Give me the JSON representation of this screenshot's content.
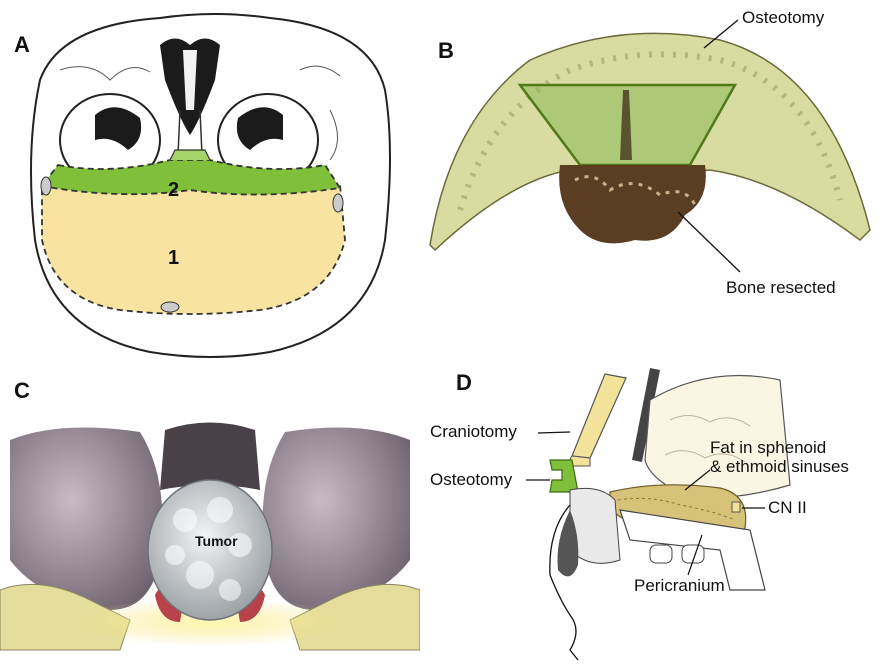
{
  "panels": {
    "a": {
      "label": "A",
      "region_1": "1",
      "region_2": "2",
      "colors": {
        "region_1": "#f8e3a0",
        "region_2": "#7fbf3a",
        "outline": "#333333"
      }
    },
    "b": {
      "label": "B",
      "osteotomy": "Osteotomy",
      "bone_resected": "Bone resected",
      "colors": {
        "bone": "#d9dca0",
        "cut": "#8fba5a",
        "resected": "#5a3d22"
      }
    },
    "c": {
      "label": "C",
      "tumor": "Tumor",
      "colors": {
        "tissue": "#8a7a86",
        "tumor": "#cfd3d6",
        "glow": "#f6e27a"
      }
    },
    "d": {
      "label": "D",
      "craniotomy": "Craniotomy",
      "osteotomy": "Osteotomy",
      "fat": "Fat in sphenoid\n& ethmoid sinuses",
      "fat_line1": "Fat in sphenoid",
      "fat_line2": "& ethmoid sinuses",
      "cn": "CN II",
      "pericranium": "Pericranium",
      "colors": {
        "craniotomy": "#f3e39a",
        "osteotomy": "#7fbf3a",
        "fat": "#d7c27a"
      }
    }
  }
}
